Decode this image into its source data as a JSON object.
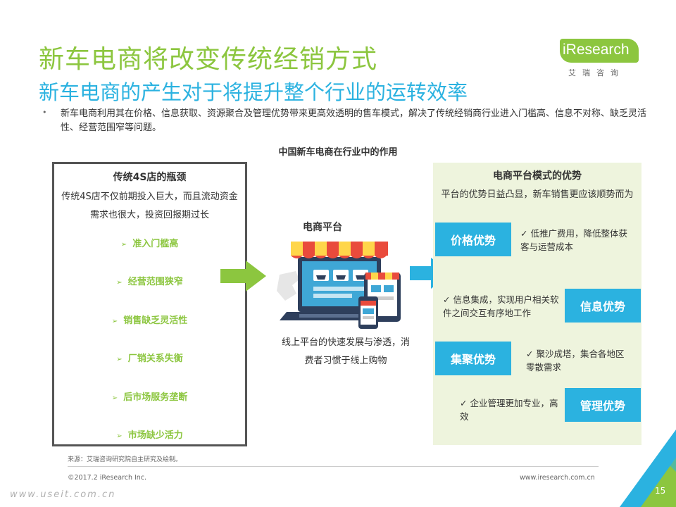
{
  "header": {
    "title": "新车电商将改变传统经销方式",
    "subtitle": "新车电商的产生对于将提升整个行业的运转效率"
  },
  "logo": {
    "brand": "iResearch",
    "sub": "艾瑞咨询"
  },
  "bullet": {
    "marker": "•",
    "text": "新车电商利用其在价格、信息获取、资源聚合及管理优势带来更高效透明的售车模式，解决了传统经销商行业进入门槛高、信息不对称、缺乏灵活性、经营范围窄等问题。"
  },
  "diagram": {
    "title": "中国新车电商在行业中的作用",
    "left": {
      "title": "传统4S店的瓶颈",
      "description": "传统4S店不仅前期投入巨大，而且流动资金需求也很大，投资回报期过长",
      "items": [
        "准入门槛高",
        "经营范围狭窄",
        "销售缺乏灵活性",
        "厂销关系失衡",
        "后市场服务垄断",
        "市场缺少活力"
      ]
    },
    "center": {
      "title": "电商平台",
      "caption": "线上平台的快速发展与渗透，消费者习惯于线上购物"
    },
    "right": {
      "title": "电商平台模式的优势",
      "description": "平台的优势日益凸显，新车销售更应该顺势而为",
      "advantages": [
        {
          "badge": "价格优势",
          "text": "低推广费用，降低整体获客与运营成本"
        },
        {
          "badge": "信息优势",
          "text": "信息集成，实现用户相关软件之间交互有序地工作"
        },
        {
          "badge": "集聚优势",
          "text": "聚沙成塔，集合各地区零散需求"
        },
        {
          "badge": "管理优势",
          "text": "企业管理更加专业，高效"
        }
      ]
    }
  },
  "footer": {
    "source": "来源：艾瑞咨询研究院自主研究及绘制。",
    "copyright": "©2017.2 iResearch Inc.",
    "website": "www.iresearch.com.cn",
    "watermark": "www.useit.com.cn",
    "page": "15"
  },
  "colors": {
    "green": "#8cc63f",
    "blue": "#2bb2e0",
    "panel": "#eef4dd"
  }
}
